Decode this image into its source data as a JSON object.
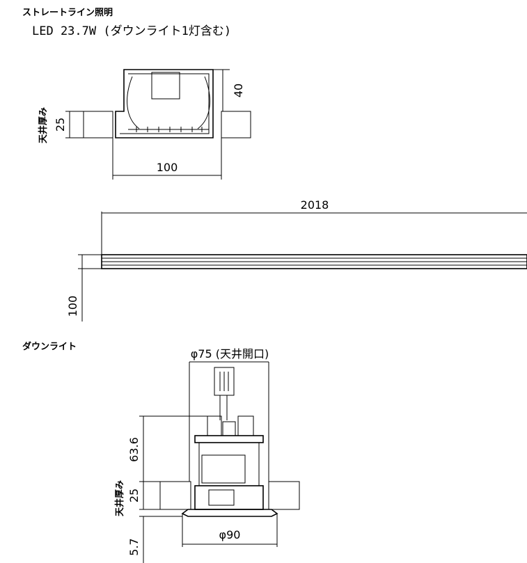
{
  "header": {
    "section_title": "ストレートライン照明",
    "spec": "LED 23.7W (ダウンライト1灯含む)"
  },
  "cross_section": {
    "height_dim": "40",
    "ceiling_label": "天井厚み",
    "ceiling_dim": "25",
    "width_dim": "100"
  },
  "length_view": {
    "length_dim": "2018",
    "height_dim": "100"
  },
  "downlight": {
    "section_title": "ダウンライト",
    "opening_dim": "φ75 (天井開口)",
    "height_dim": "63.6",
    "ceiling_label": "天井厚み",
    "ceiling_dim": "25",
    "flange_dim": "φ90",
    "bottom_dim": "5.7"
  }
}
